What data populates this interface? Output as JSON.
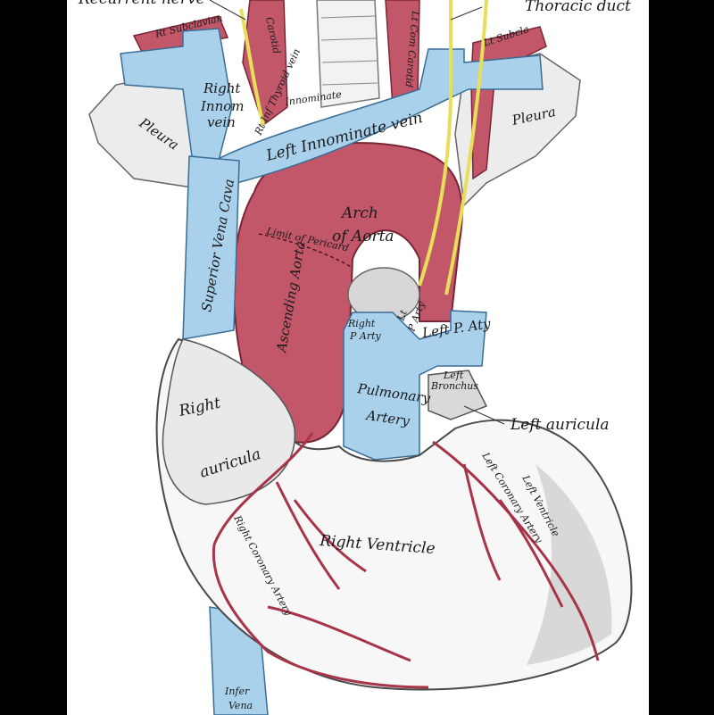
{
  "labels": {
    "recurrent_nerve": "Recurrent nerve",
    "thoracic_duct": "Thoracic duct",
    "right_subclavian": "Rt Subclavian",
    "carotid_right": "Carotid",
    "left_common_carotid": "Lt Com Carotid",
    "left_subclavian": "Lt Subcla",
    "right_inf_thyroid_vein": "Rt Inf Thyroid vein",
    "innominate": "Innominate",
    "right_innominate_vein": [
      "Right",
      "Innom",
      "vein"
    ],
    "left_innominate_vein": "Left Innominate vein",
    "pleura_left_side": "Pleura",
    "pleura_right_side": "Pleura",
    "superior_vena_cava": "Superior Vena Cava",
    "limit_of_pericardium": "Limit of Pericard",
    "arch_of_aorta": [
      "Arch",
      "of Aorta"
    ],
    "ascending_aorta": "Ascending Aorta",
    "right_p_artery": [
      "Right",
      "P Arty"
    ],
    "left_p_artery_small": [
      "Lt",
      "P Arty"
    ],
    "left_p_artery": "Left P. Aty",
    "left_bronchus": [
      "Left",
      "Bronchus"
    ],
    "pulmonary_artery": [
      "Pulmonary",
      "Artery"
    ],
    "left_auricula": "Left auricula",
    "right_auricula": [
      "Right",
      "auricula"
    ],
    "right_coronary_artery": "Right Coronary Artery",
    "right_ventricle": "Right Ventricle",
    "left_coronary_artery": "Left Coronary Artery",
    "left_ventricle": "Left Ventricle",
    "inferior_vena_cava": [
      "Infer",
      "Vena"
    ]
  },
  "colors": {
    "background": "#000000",
    "plate": "#ffffff",
    "artery": "#c2576a",
    "artery_dark": "#8f2d3e",
    "vein": "#a9d1ec",
    "vein_dark": "#4f87b4",
    "nerve": "#e7df5a",
    "pleura": "#ececec",
    "heart_shade": "#bdbdbd"
  }
}
